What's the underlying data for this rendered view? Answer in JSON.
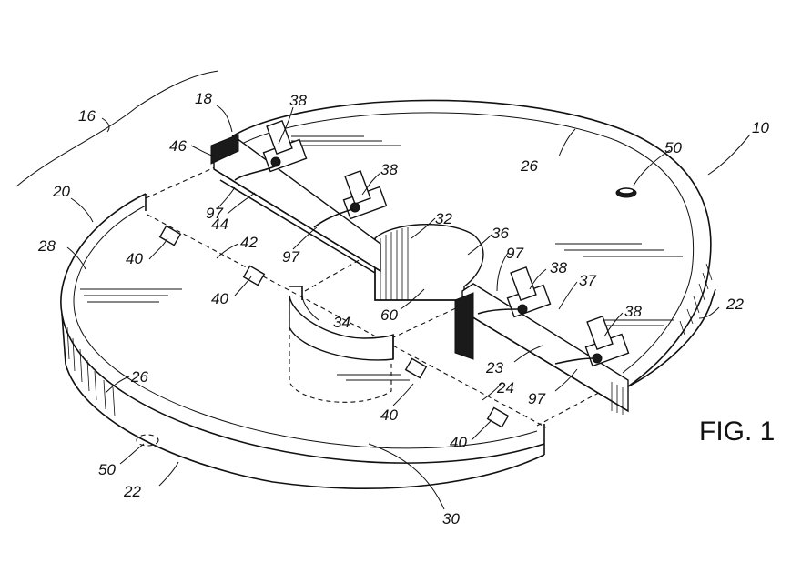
{
  "figure": {
    "title": "FIG. 1",
    "labels": {
      "l10": "10",
      "l16": "16",
      "l18": "18",
      "l20": "20",
      "l22a": "22",
      "l22b": "22",
      "l23": "23",
      "l24": "24",
      "l26a": "26",
      "l26b": "26",
      "l28": "28",
      "l30": "30",
      "l32": "32",
      "l34": "34",
      "l36": "36",
      "l37": "37",
      "l38a": "38",
      "l38b": "38",
      "l38c": "38",
      "l38d": "38",
      "l40a": "40",
      "l40b": "40",
      "l40c": "40",
      "l40d": "40",
      "l42": "42",
      "l44": "44",
      "l46": "46",
      "l50a": "50",
      "l50b": "50",
      "l60": "60",
      "l97a": "97",
      "l97b": "97",
      "l97c": "97",
      "l97d": "97"
    }
  }
}
